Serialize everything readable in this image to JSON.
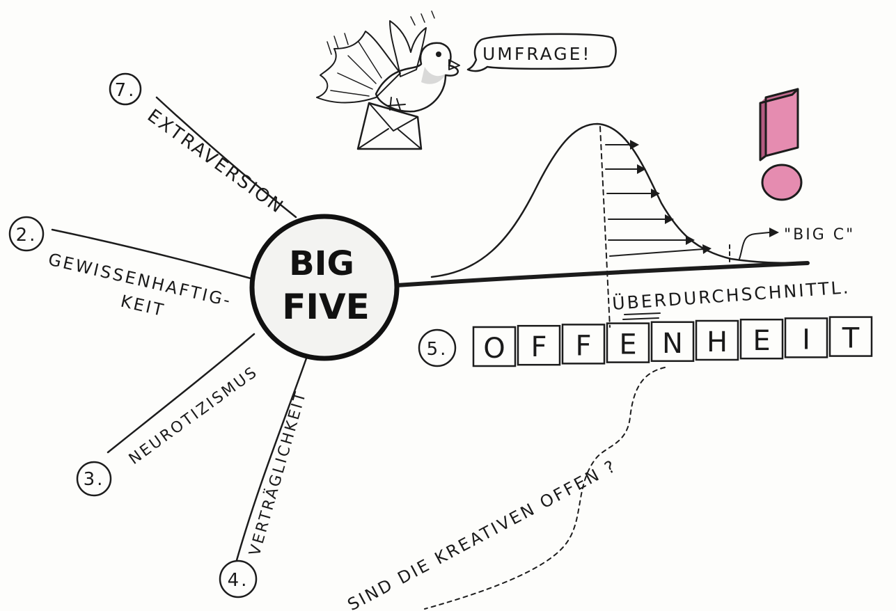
{
  "center": {
    "line1": "BIG",
    "line2": "FIVE"
  },
  "traits": [
    {
      "number": "7.",
      "label": "EXTRAVERSION"
    },
    {
      "number": "2.",
      "label": "GEWISSENHAFTIG-",
      "label2": "KEIT"
    },
    {
      "number": "3.",
      "label": "NEUROTIZISMUS"
    },
    {
      "number": "4.",
      "label": "VERTRÄGLICHKEIT"
    },
    {
      "number": "5.",
      "letters": [
        "O",
        "F",
        "F",
        "E",
        "N",
        "H",
        "E",
        "I",
        "T"
      ]
    }
  ],
  "speech_bubble": "UMFRAGE!",
  "curve_labels": {
    "above_average": "ÜBERDURCHSCHNITTL.",
    "big_c": "\"BIG C\""
  },
  "question": "SIND DIE KREATIVEN OFFEN ?",
  "colors": {
    "ink": "#1c1c1c",
    "accent_pink": "#e58cb0",
    "accent_pink_dark": "#b45a80",
    "paper": "#fdfdfb"
  },
  "icons": [
    "pigeon-icon",
    "envelope-icon",
    "exclamation-mark-icon"
  ]
}
